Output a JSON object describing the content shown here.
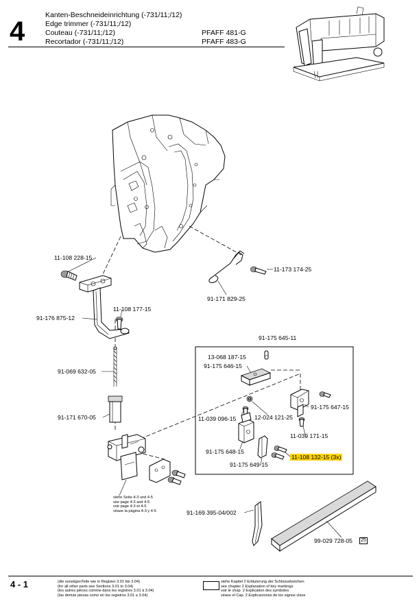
{
  "header": {
    "chapter": "4",
    "titles": [
      "Kanten-Beschneideinrichtung (-731/11;/12)",
      "Edge trimmer (-731/11;/12)",
      "Couteau (-731/11;/12)",
      "Recortador (-731/11;/12)"
    ],
    "models": [
      "PFAFF 481-G",
      "PFAFF 483-G"
    ]
  },
  "parts": {
    "p1": "11-108 228-15",
    "p2": "11-108 177-15",
    "p3": "91-176 875-12",
    "p4": "91-069 632-05",
    "p5": "91-171 670-05",
    "p6": "11-173 174-25",
    "p7": "91-171 829-25",
    "p8": "91-175 645-11",
    "p9": "13-068 187-15",
    "p10": "91-175 646-15",
    "p11": "91-175 647-15",
    "p12": "11-039 096-15",
    "p13": "12-024 121-25",
    "p14": "11-039 171-15",
    "p15": "91-175 648-15",
    "p16": "11-108 132-15 (3x)",
    "p17": "91-175 649-15",
    "p18": "91-169 395-04/002",
    "p19": "99-029 728-05",
    "p19_box": "25"
  },
  "see_page": [
    "siehe Seite 4-3 und 4-5",
    "see page 4-3 and 4-5",
    "voir page 4-3 et 4-5",
    "véase la página 4-3 y 4-5"
  ],
  "footer": {
    "page": "4 - 1",
    "other_parts": [
      "(die sonstigenTeile wie in Register 3.01 bis 3.04)",
      "(for all other parts see Sections 3.01 to 3.04)",
      "(les autres pièces comme dans les registres 3.01 à 3.04)",
      "(las demás piezas como en los registros 3.01 a 3.04)"
    ],
    "key_markings": [
      "siehe Kapitel 2 Erläuterung der Schlüsselzeichen",
      "see chapter 2 Explanation of key markings",
      "voir le chap. 2 Explication des symboles",
      "véase el Cap. 2 Explicaciones de los signos clave"
    ]
  },
  "colors": {
    "highlight": "#ffd400"
  }
}
